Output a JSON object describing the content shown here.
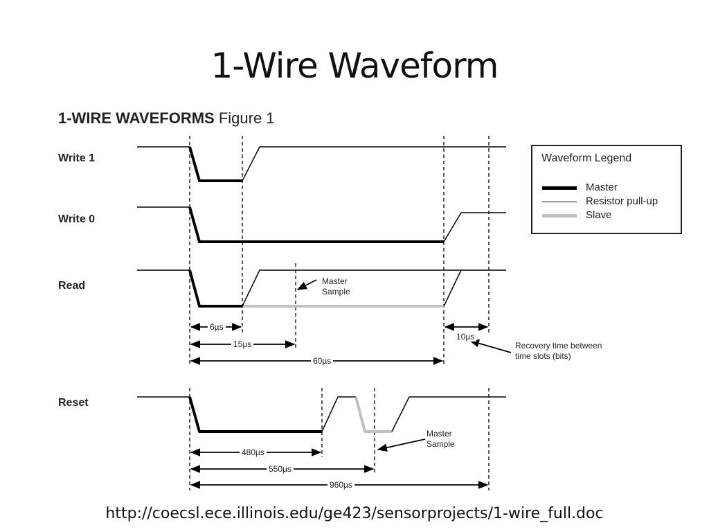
{
  "slide": {
    "title": "1-Wire Waveform",
    "source_url": "http://coecsl.ece.illinois.edu/ge423/sensorprojects/1-wire_full.doc"
  },
  "figure": {
    "heading_bold": "1-WIRE WAVEFORMS",
    "heading_rest": " Figure 1",
    "signals": {
      "write1": "Write 1",
      "write0": "Write 0",
      "read": "Read",
      "reset": "Reset"
    },
    "legend": {
      "title": "Waveform Legend",
      "items": [
        {
          "label": "Master",
          "style": "thick",
          "color": "#000000"
        },
        {
          "label": "Resistor pull-up",
          "style": "thin",
          "color": "#000000"
        },
        {
          "label": "Slave",
          "style": "thick",
          "color": "#c0c0c0"
        }
      ]
    },
    "annotations": {
      "read_master_sample": [
        "Master",
        "Sample"
      ],
      "reset_master_sample": [
        "Master",
        "Sample"
      ],
      "recovery": [
        "Recovery time between",
        "time slots (bits)"
      ]
    },
    "timing": {
      "t6": "6µs",
      "t15": "15µs",
      "t60": "60µs",
      "t10": "10µs",
      "t480": "480µs",
      "t550": "550µs",
      "t960": "960µs"
    }
  }
}
